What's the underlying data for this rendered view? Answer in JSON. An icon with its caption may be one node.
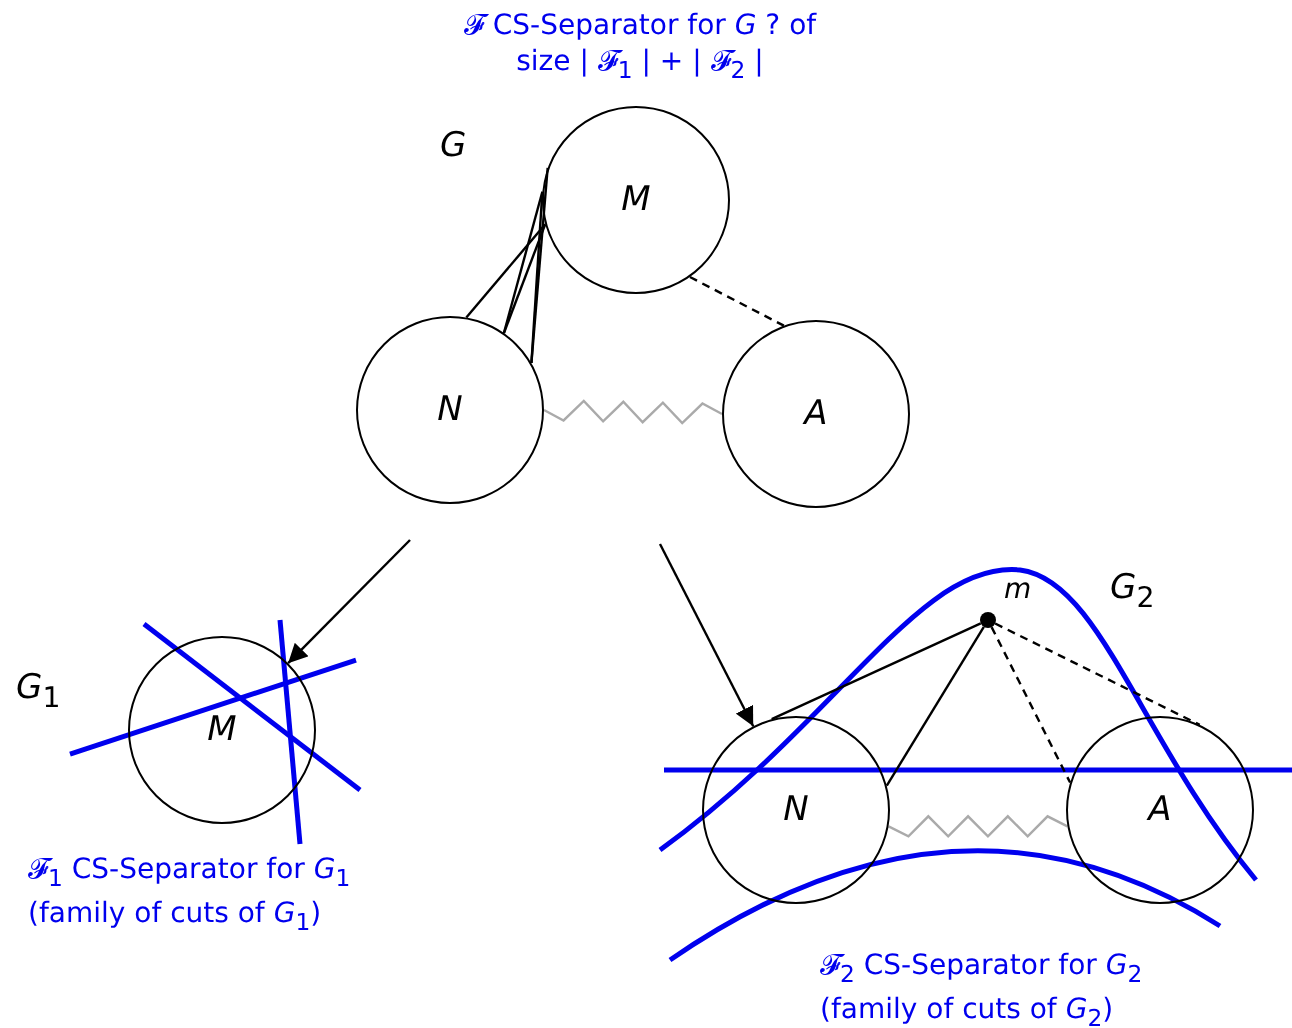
{
  "diagram": {
    "nodes": [
      {
        "text": [
          "M"
        ]
      },
      {
        "text": [
          "N"
        ]
      },
      {
        "text": [
          "A"
        ]
      },
      {
        "text": [
          "M"
        ]
      },
      {
        "text": [
          "N"
        ]
      },
      {
        "text": [
          "A"
        ]
      },
      {
        "text": [],
        "shape": "circle",
        "beside": [
          "m"
        ]
      }
    ],
    "edges": [
      {
        "from": 0,
        "to": 1,
        "arrow": "none"
      },
      {
        "from": 0,
        "to": 1,
        "arrow": "none"
      },
      {
        "from": 0,
        "to": 1,
        "arrow": "none"
      },
      {
        "from": 0,
        "to": 1,
        "arrow": "none"
      },
      {
        "from": 0,
        "to": 1,
        "arrow": "none"
      },
      {
        "from": 0,
        "to": 2,
        "arrow": "none",
        "style": "dashed"
      },
      {
        "from": 1,
        "to": 2,
        "arrow": "none",
        "color": "#aaaaaa"
      },
      {
        "from": null,
        "to": 3,
        "arrow": "to"
      },
      {
        "from": null,
        "to": 4,
        "arrow": "to"
      },
      {
        "from": 6,
        "to": 4,
        "arrow": "none"
      },
      {
        "from": 6,
        "to": 4,
        "arrow": "none"
      },
      {
        "from": 6,
        "to": 5,
        "arrow": "none",
        "style": "dashed"
      },
      {
        "from": 6,
        "to": 5,
        "arrow": "none",
        "style": "dashed"
      },
      {
        "from": 4,
        "to": 5,
        "arrow": "none",
        "color": "#aaaaaa"
      }
    ],
    "labels": [
      "𝓕 CS-Separator for *G* ? of size | 𝓕$_{1}$ | + | 𝓕$_{2}$ |",
      "G",
      "*G*$_{1}$",
      "*G*$_{2}$",
      "𝓕$_{1}$ CS-Separator for *G*$_{1}$ (family of cuts of *G*$_{1}$)",
      "𝓕$_{2}$ CS-Separator for *G*$_{2}$ (family of cuts of *G*$_{2}$)"
    ]
  }
}
